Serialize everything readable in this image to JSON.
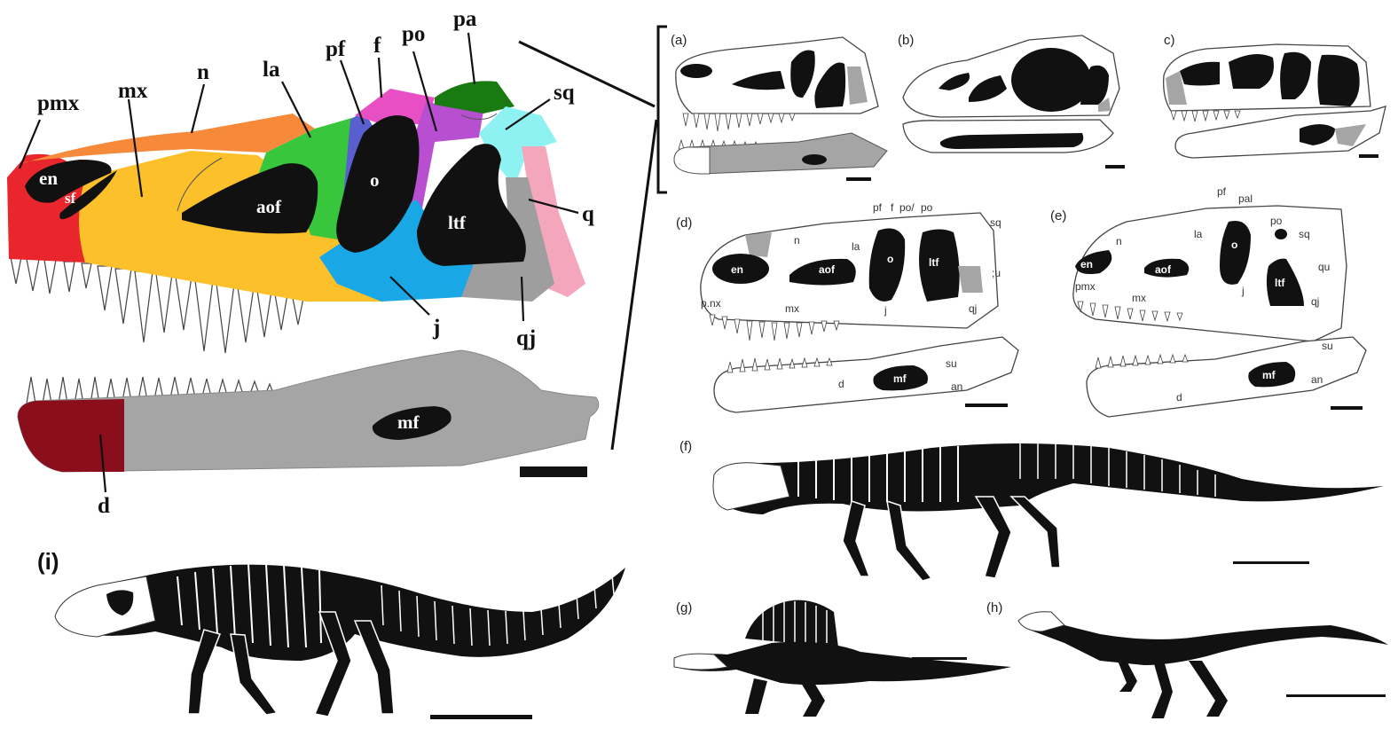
{
  "main_skull": {
    "labels": {
      "pmx": "pmx",
      "mx": "mx",
      "n": "n",
      "la": "la",
      "pf": "pf",
      "f": "f",
      "po": "po",
      "pa": "pa",
      "sq": "sq",
      "q": "q",
      "qj": "qj",
      "j": "j",
      "en": "en",
      "sf": "sf",
      "aof": "aof",
      "o": "o",
      "ltf": "ltf",
      "mf": "mf",
      "d": "d"
    },
    "bone_colors": {
      "pmx": "#e8262b",
      "mx": "#fcc02a",
      "n": "#f7893a",
      "la": "#38c63c",
      "pf": "#5a5fcf",
      "f": "#e94fc4",
      "po": "#b84fd0",
      "pa": "#1a7a12",
      "sq": "#8ef2f2",
      "q": "#f4a6bd",
      "j": "#1aa7e6",
      "qj": "#9e9e9e",
      "d": "#8b0e1c",
      "mandible": "#a5a5a5"
    }
  },
  "panels": {
    "a": {
      "label": "(a)"
    },
    "b": {
      "label": "(b)"
    },
    "c": {
      "label": "c)"
    },
    "d": {
      "label": "(d)",
      "bones": {
        "pf": "pf",
        "f": "f",
        "poi": "po/",
        "po": "po",
        "sq": "sq",
        "u": ";u",
        "n": "n",
        "la": "la",
        "pmx": "p.nx",
        "mx": "mx",
        "j": "j",
        "qj": "qj",
        "su": "su",
        "d": "d",
        "an": "an"
      },
      "openings": {
        "en": "en",
        "aof": "aof",
        "o": "o",
        "ltf": "ltf",
        "mf": "mf"
      }
    },
    "e": {
      "label": "(e)",
      "bones": {
        "pf": "pf",
        "pal": "pal",
        "po": "po",
        "sq": "sq",
        "qu": "qu",
        "n": "n",
        "la": "la",
        "pmx": "pmx",
        "mx": "mx",
        "j": "j",
        "qj": "qj",
        "su": "su",
        "d": "d",
        "an": "an"
      },
      "openings": {
        "en": "en",
        "aof": "aof",
        "o": "o",
        "ltf": "ltf",
        "mf": "mf"
      }
    },
    "f": {
      "label": "(f)"
    },
    "g": {
      "label": "(g)"
    },
    "h": {
      "label": "(h)"
    },
    "i": {
      "label": "(i)"
    }
  }
}
